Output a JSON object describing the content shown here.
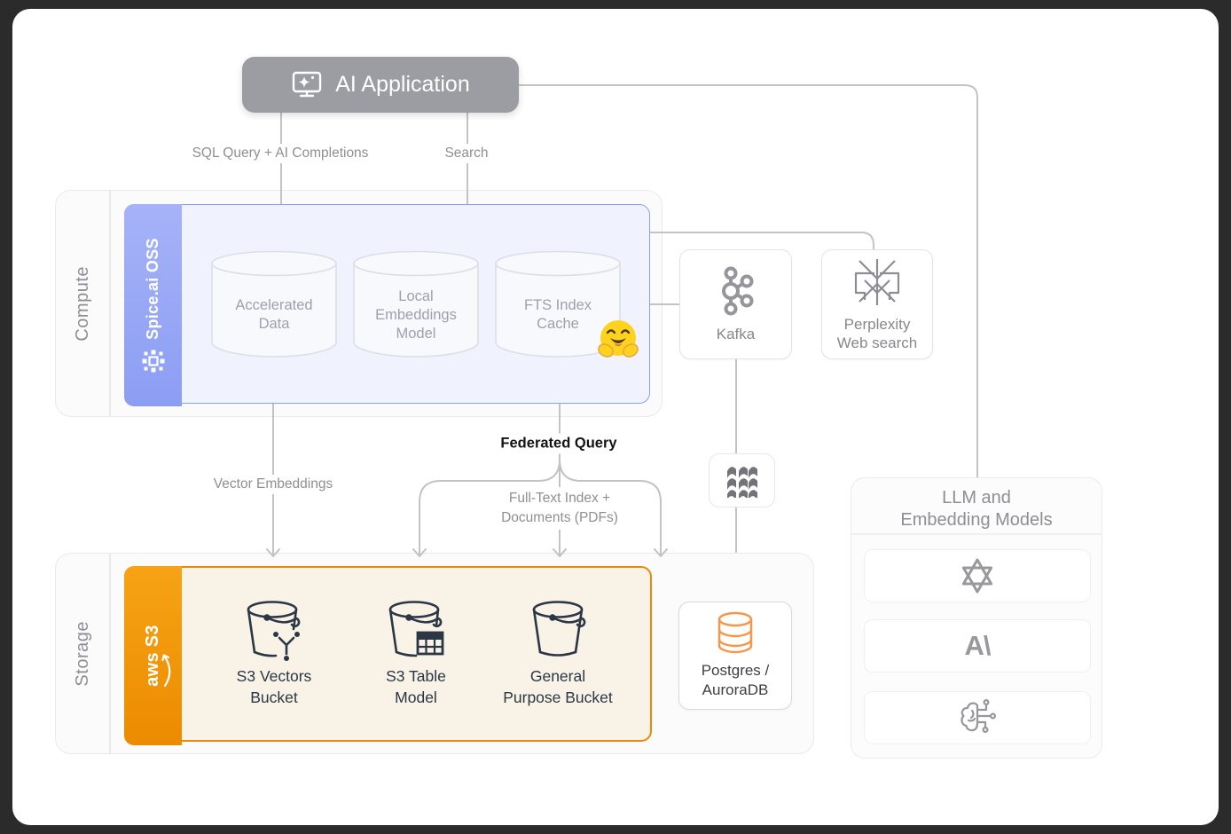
{
  "colors": {
    "background": "#2B2B2B",
    "card": "#FFFFFF",
    "app_node_gray": "#9C9CA3",
    "spice_accent_blue": "#8AA0F2",
    "spice_fill": "#F0F3FD",
    "aws_accent_orange": "#E8890B",
    "s3_fill": "#F9F2E6",
    "connector_gray": "#C3C3C7",
    "bucket_ink": "#2B3745",
    "postgres_orange": "#F5974B",
    "emoji_yellow": "#FFD21E"
  },
  "app_node": {
    "label": "AI Application",
    "icon": "monitor-sparkle-icon"
  },
  "edges": {
    "sql": "SQL Query + AI Completions",
    "search": "Search",
    "vector": "Vector Embeddings",
    "federated": "Federated Query",
    "fulltext_line1": "Full-Text Index +",
    "fulltext_line2": "Documents (PDFs)"
  },
  "compute": {
    "label": "Compute",
    "spice": {
      "name": "Spice.ai OSS",
      "icon": "spice-pinwheel-icon",
      "cylinders": [
        {
          "line1": "Accelerated",
          "line2": "Data"
        },
        {
          "line1": "Local",
          "line2": "Embeddings",
          "line3": "Model"
        },
        {
          "line1": "FTS Index",
          "line2": "Cache",
          "badge": "hugging-face-emoji"
        }
      ]
    }
  },
  "kafka": {
    "label": "Kafka",
    "icon": "kafka-icon"
  },
  "perplexity": {
    "line1": "Perplexity",
    "line2": "Web search",
    "icon": "perplexity-icon"
  },
  "connector_node": {
    "icon": "wavy-tiles-icon"
  },
  "storage": {
    "label": "Storage",
    "s3": {
      "name": "aws S3",
      "icon": "aws-smile-swoosh-icon",
      "buckets": [
        {
          "line1": "S3 Vectors",
          "line2": "Bucket",
          "icon": "bucket-vectors-icon"
        },
        {
          "line1": "S3 Table",
          "line2": "Model",
          "icon": "bucket-table-icon"
        },
        {
          "line1": "General",
          "line2": "Purpose Bucket",
          "icon": "bucket-icon"
        }
      ]
    },
    "postgres": {
      "line1": "Postgres /",
      "line2": "AuroraDB",
      "icon": "postgres-db-icon"
    }
  },
  "llm": {
    "title_line1": "LLM and",
    "title_line2": "Embedding Models",
    "anthropic_glyph": "A\\",
    "items": [
      "openai-icon",
      "anthropic-icon",
      "brain-circuit-icon"
    ]
  }
}
